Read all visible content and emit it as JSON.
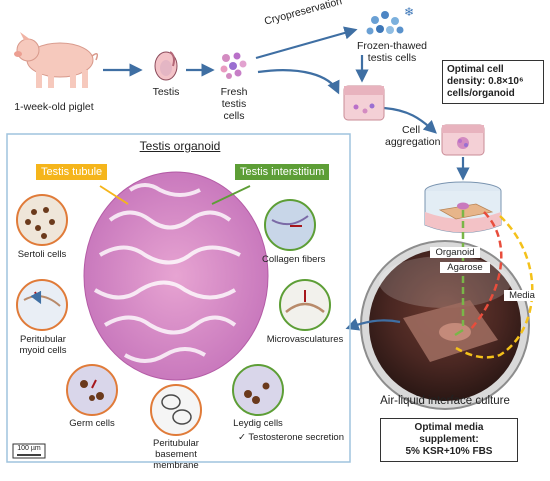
{
  "top_flow": {
    "piglet": "1-week-old piglet",
    "testis": "Testis",
    "fresh_cells": "Fresh testis cells",
    "cryo": "Cryopreservation",
    "frozen": "Frozen-thawed testis cells",
    "aggregation": "Cell aggregation",
    "density": "Optimal cell density: 0.8×10⁶ cells/organoid"
  },
  "organoid_panel": {
    "title": "Testis organoid",
    "tubule_tag": "Testis tubule",
    "interstitium_tag": "Testis interstitium",
    "scale_bar": "100 µm",
    "cells": {
      "sertoli": "Sertoli cells",
      "peritubular_myoid": "Peritubular myoid cells",
      "germ": "Germ cells",
      "basement": "Peritubular basement membrane",
      "leydig": "Leydig cells",
      "testosterone": "✓ Testosterone secretion",
      "microvasculatures": "Microvasculatures",
      "collagen": "Collagen fibers"
    }
  },
  "culture": {
    "organoid": "Organoid",
    "agarose": "Agarose",
    "media": "Media",
    "title": "Air-liquid interface culture",
    "supplement_line1": "Optimal media supplement:",
    "supplement_line2": "5% KSR+10% FBS"
  },
  "colors": {
    "tubule": "#f5b51b",
    "interstitium": "#5d9e36",
    "panel_border": "#9fc3dd",
    "arrow": "#3f6fa3",
    "organoid_line": "#7ab648",
    "agarose_line": "#e84d3c",
    "media_line": "#f4c11a"
  }
}
